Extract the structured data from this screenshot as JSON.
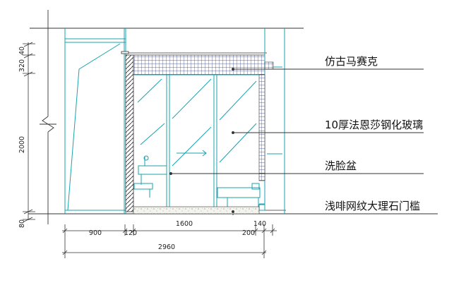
{
  "drawing": {
    "vertical_dimensions": [
      "40",
      "320",
      "2000",
      "80"
    ],
    "horizontal_dimensions": [
      "900",
      "120",
      "1600",
      "200",
      "140"
    ],
    "overall_width": "2960",
    "annotations": [
      {
        "key": "mosaic",
        "text": "仿古马赛克"
      },
      {
        "key": "glass",
        "text": "10厚法恩莎钢化玻璃"
      },
      {
        "key": "basin",
        "text": "洗脸盆"
      },
      {
        "key": "threshold",
        "text": "浅啡网纹大理石门槛"
      }
    ]
  }
}
